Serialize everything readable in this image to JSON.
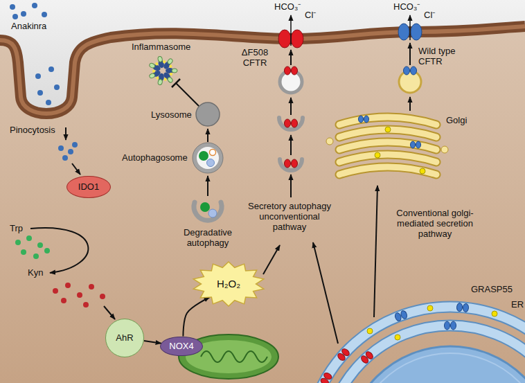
{
  "diagram": {
    "nodes": [
      {
        "text": [
          "IDO1"
        ]
      },
      {
        "text": [
          "AhR"
        ]
      },
      {
        "text": [
          "NOX4"
        ]
      },
      {
        "text": [
          "H₂O₂"
        ]
      }
    ],
    "edges": [
      {
        "from": 1,
        "to": 2,
        "arrow": "to"
      },
      {
        "from": 2,
        "to": 3,
        "arrow": "to"
      }
    ],
    "labels": [
      "Anakinra",
      "HCO₃⁻",
      "Cl⁻",
      "HCO₃⁻",
      "Cl⁻",
      "Inflammasome",
      "ΔF508 CFTR",
      "Wild type CFTR",
      "Lysosome",
      "Pinocytosis",
      "Golgi",
      "Autophagosome",
      "Trp",
      "Kyn",
      "Degradative autophagy",
      "Secretory autophagy unconventional pathway",
      "Conventional golgi-mediated secretion pathway",
      "GRASP55",
      "ER"
    ]
  }
}
